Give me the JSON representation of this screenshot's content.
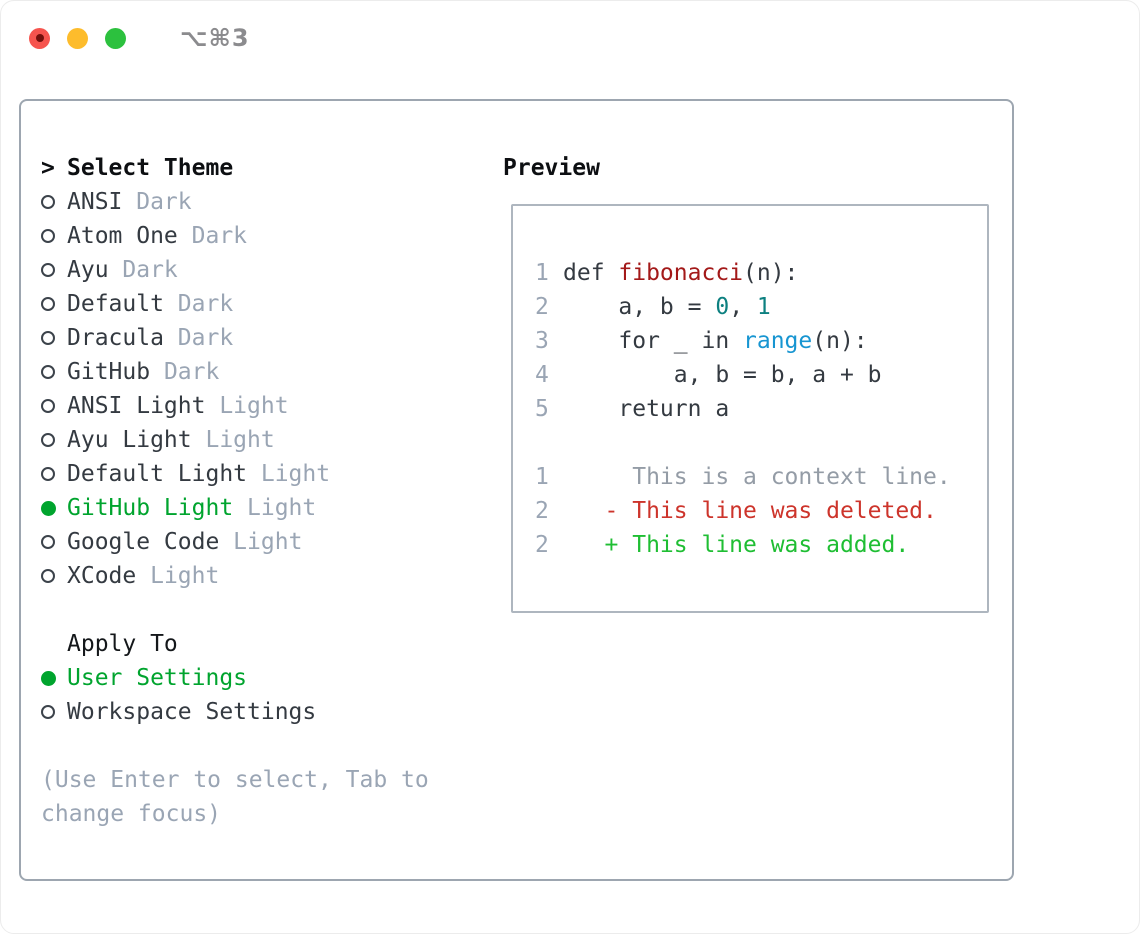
{
  "window": {
    "title": "⌥⌘3",
    "traffic_lights": {
      "close": "close-button",
      "minimize": "minimize-button",
      "zoom": "zoom-button"
    }
  },
  "theme_panel": {
    "prompt": ">",
    "heading": "Select Theme",
    "items": [
      {
        "name": "ANSI",
        "variant": "Dark",
        "selected": false
      },
      {
        "name": "Atom One",
        "variant": "Dark",
        "selected": false
      },
      {
        "name": "Ayu",
        "variant": "Dark",
        "selected": false
      },
      {
        "name": "Default",
        "variant": "Dark",
        "selected": false
      },
      {
        "name": "Dracula",
        "variant": "Dark",
        "selected": false
      },
      {
        "name": "GitHub",
        "variant": "Dark",
        "selected": false
      },
      {
        "name": "ANSI Light",
        "variant": "Light",
        "selected": false
      },
      {
        "name": "Ayu Light",
        "variant": "Light",
        "selected": false
      },
      {
        "name": "Default Light",
        "variant": "Light",
        "selected": false
      },
      {
        "name": "GitHub Light",
        "variant": "Light",
        "selected": true
      },
      {
        "name": "Google Code",
        "variant": "Light",
        "selected": false
      },
      {
        "name": "XCode",
        "variant": "Light",
        "selected": false
      }
    ],
    "apply_heading": "Apply To",
    "apply_items": [
      {
        "name": "User Settings",
        "selected": true
      },
      {
        "name": "Workspace Settings",
        "selected": false
      }
    ],
    "hint_lines": [
      "(Use Enter to select, Tab to",
      "change focus)"
    ]
  },
  "preview": {
    "heading": "Preview",
    "code_lines": [
      {
        "num": "1",
        "segments": [
          {
            "text": "def ",
            "style": "keyword"
          },
          {
            "text": "fibonacci",
            "style": "function"
          },
          {
            "text": "(n):",
            "style": "plain"
          }
        ]
      },
      {
        "num": "2",
        "segments": [
          {
            "text": "    a, b = ",
            "style": "plain"
          },
          {
            "text": "0",
            "style": "number"
          },
          {
            "text": ", ",
            "style": "plain"
          },
          {
            "text": "1",
            "style": "number"
          }
        ]
      },
      {
        "num": "3",
        "segments": [
          {
            "text": "    for _ in ",
            "style": "plain"
          },
          {
            "text": "range",
            "style": "builtin"
          },
          {
            "text": "(n):",
            "style": "plain"
          }
        ]
      },
      {
        "num": "4",
        "segments": [
          {
            "text": "        a, b = b, a + b",
            "style": "plain"
          }
        ]
      },
      {
        "num": "5",
        "segments": [
          {
            "text": "    return a",
            "style": "plain"
          }
        ]
      },
      {
        "num": "",
        "segments": []
      },
      {
        "num": "1",
        "segments": [
          {
            "text": "     This is a context line.",
            "style": "context"
          }
        ]
      },
      {
        "num": "2",
        "segments": [
          {
            "text": "   - This line was deleted.",
            "style": "deleted"
          }
        ]
      },
      {
        "num": "2",
        "segments": [
          {
            "text": "   + This line was added.",
            "style": "added"
          }
        ]
      }
    ]
  },
  "colors": {
    "selected_green": "#00a42e",
    "added_green": "#1fbe33",
    "deleted_red": "#cd342b",
    "function_red": "#a31919",
    "number_teal": "#0d8080",
    "builtin_blue": "#1795d1",
    "dim_gray": "#9aa5b4",
    "text_dark": "#343a41",
    "border_gray": "#9da6b0",
    "traffic_red": "#f6544e",
    "traffic_yellow": "#fdbc2c",
    "traffic_green": "#2cc13e"
  }
}
